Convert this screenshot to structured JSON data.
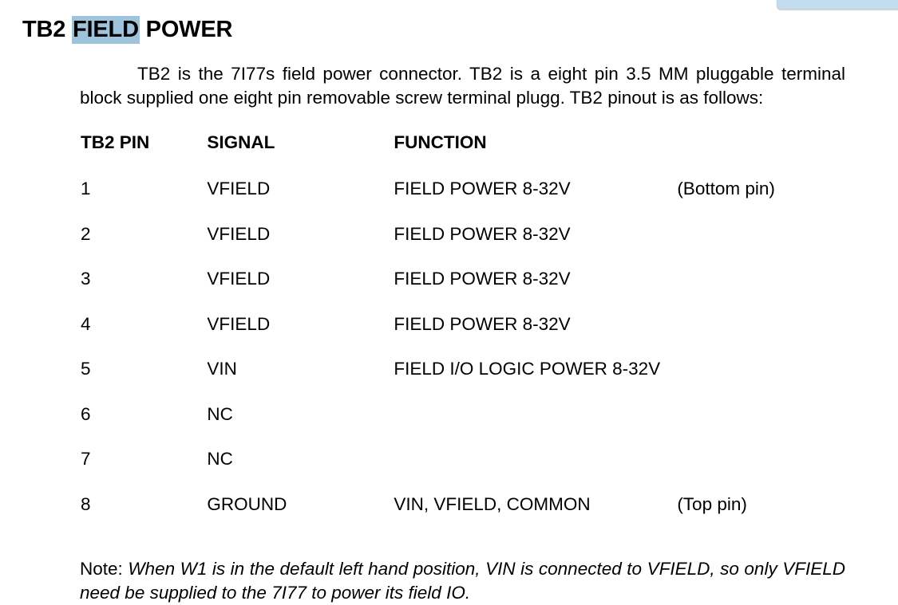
{
  "document": {
    "heading": {
      "prefix": "TB2 ",
      "highlighted": "FIELD",
      "suffix": " POWER",
      "highlight_color": "#9ec3dc"
    },
    "intro_paragraph": "TB2 is the 7I77s field power connector.  TB2 is a eight pin 3.5 MM pluggable terminal block supplied one eight pin removable screw terminal plugg. TB2 pinout is as follows:",
    "table": {
      "headers": {
        "pin": "TB2 PIN",
        "signal": "SIGNAL",
        "function": "FUNCTION",
        "note": ""
      },
      "rows": [
        {
          "pin": "1",
          "signal": "VFIELD",
          "function": "FIELD POWER 8-32V",
          "note": "(Bottom pin)"
        },
        {
          "pin": "2",
          "signal": "VFIELD",
          "function": "FIELD POWER 8-32V",
          "note": ""
        },
        {
          "pin": "3",
          "signal": "VFIELD",
          "function": "FIELD POWER 8-32V",
          "note": ""
        },
        {
          "pin": "4",
          "signal": "VFIELD",
          "function": "FIELD POWER 8-32V",
          "note": ""
        },
        {
          "pin": "5",
          "signal": "VIN",
          "function": "FIELD I/O LOGIC POWER 8-32V",
          "note": ""
        },
        {
          "pin": "6",
          "signal": "NC",
          "function": "",
          "note": ""
        },
        {
          "pin": "7",
          "signal": "NC",
          "function": "",
          "note": ""
        },
        {
          "pin": "8",
          "signal": "GROUND",
          "function": "VIN, VFIELD, COMMON",
          "note": "(Top pin)"
        }
      ]
    },
    "note": {
      "label": "Note: ",
      "body": "When W1 is in the default left hand position, VIN is connected to VFIELD, so only VFIELD need be supplied to the 7I77 to power its field IO."
    }
  },
  "overlay": {
    "top_right_popup": {
      "color": "#c3dcee"
    }
  }
}
